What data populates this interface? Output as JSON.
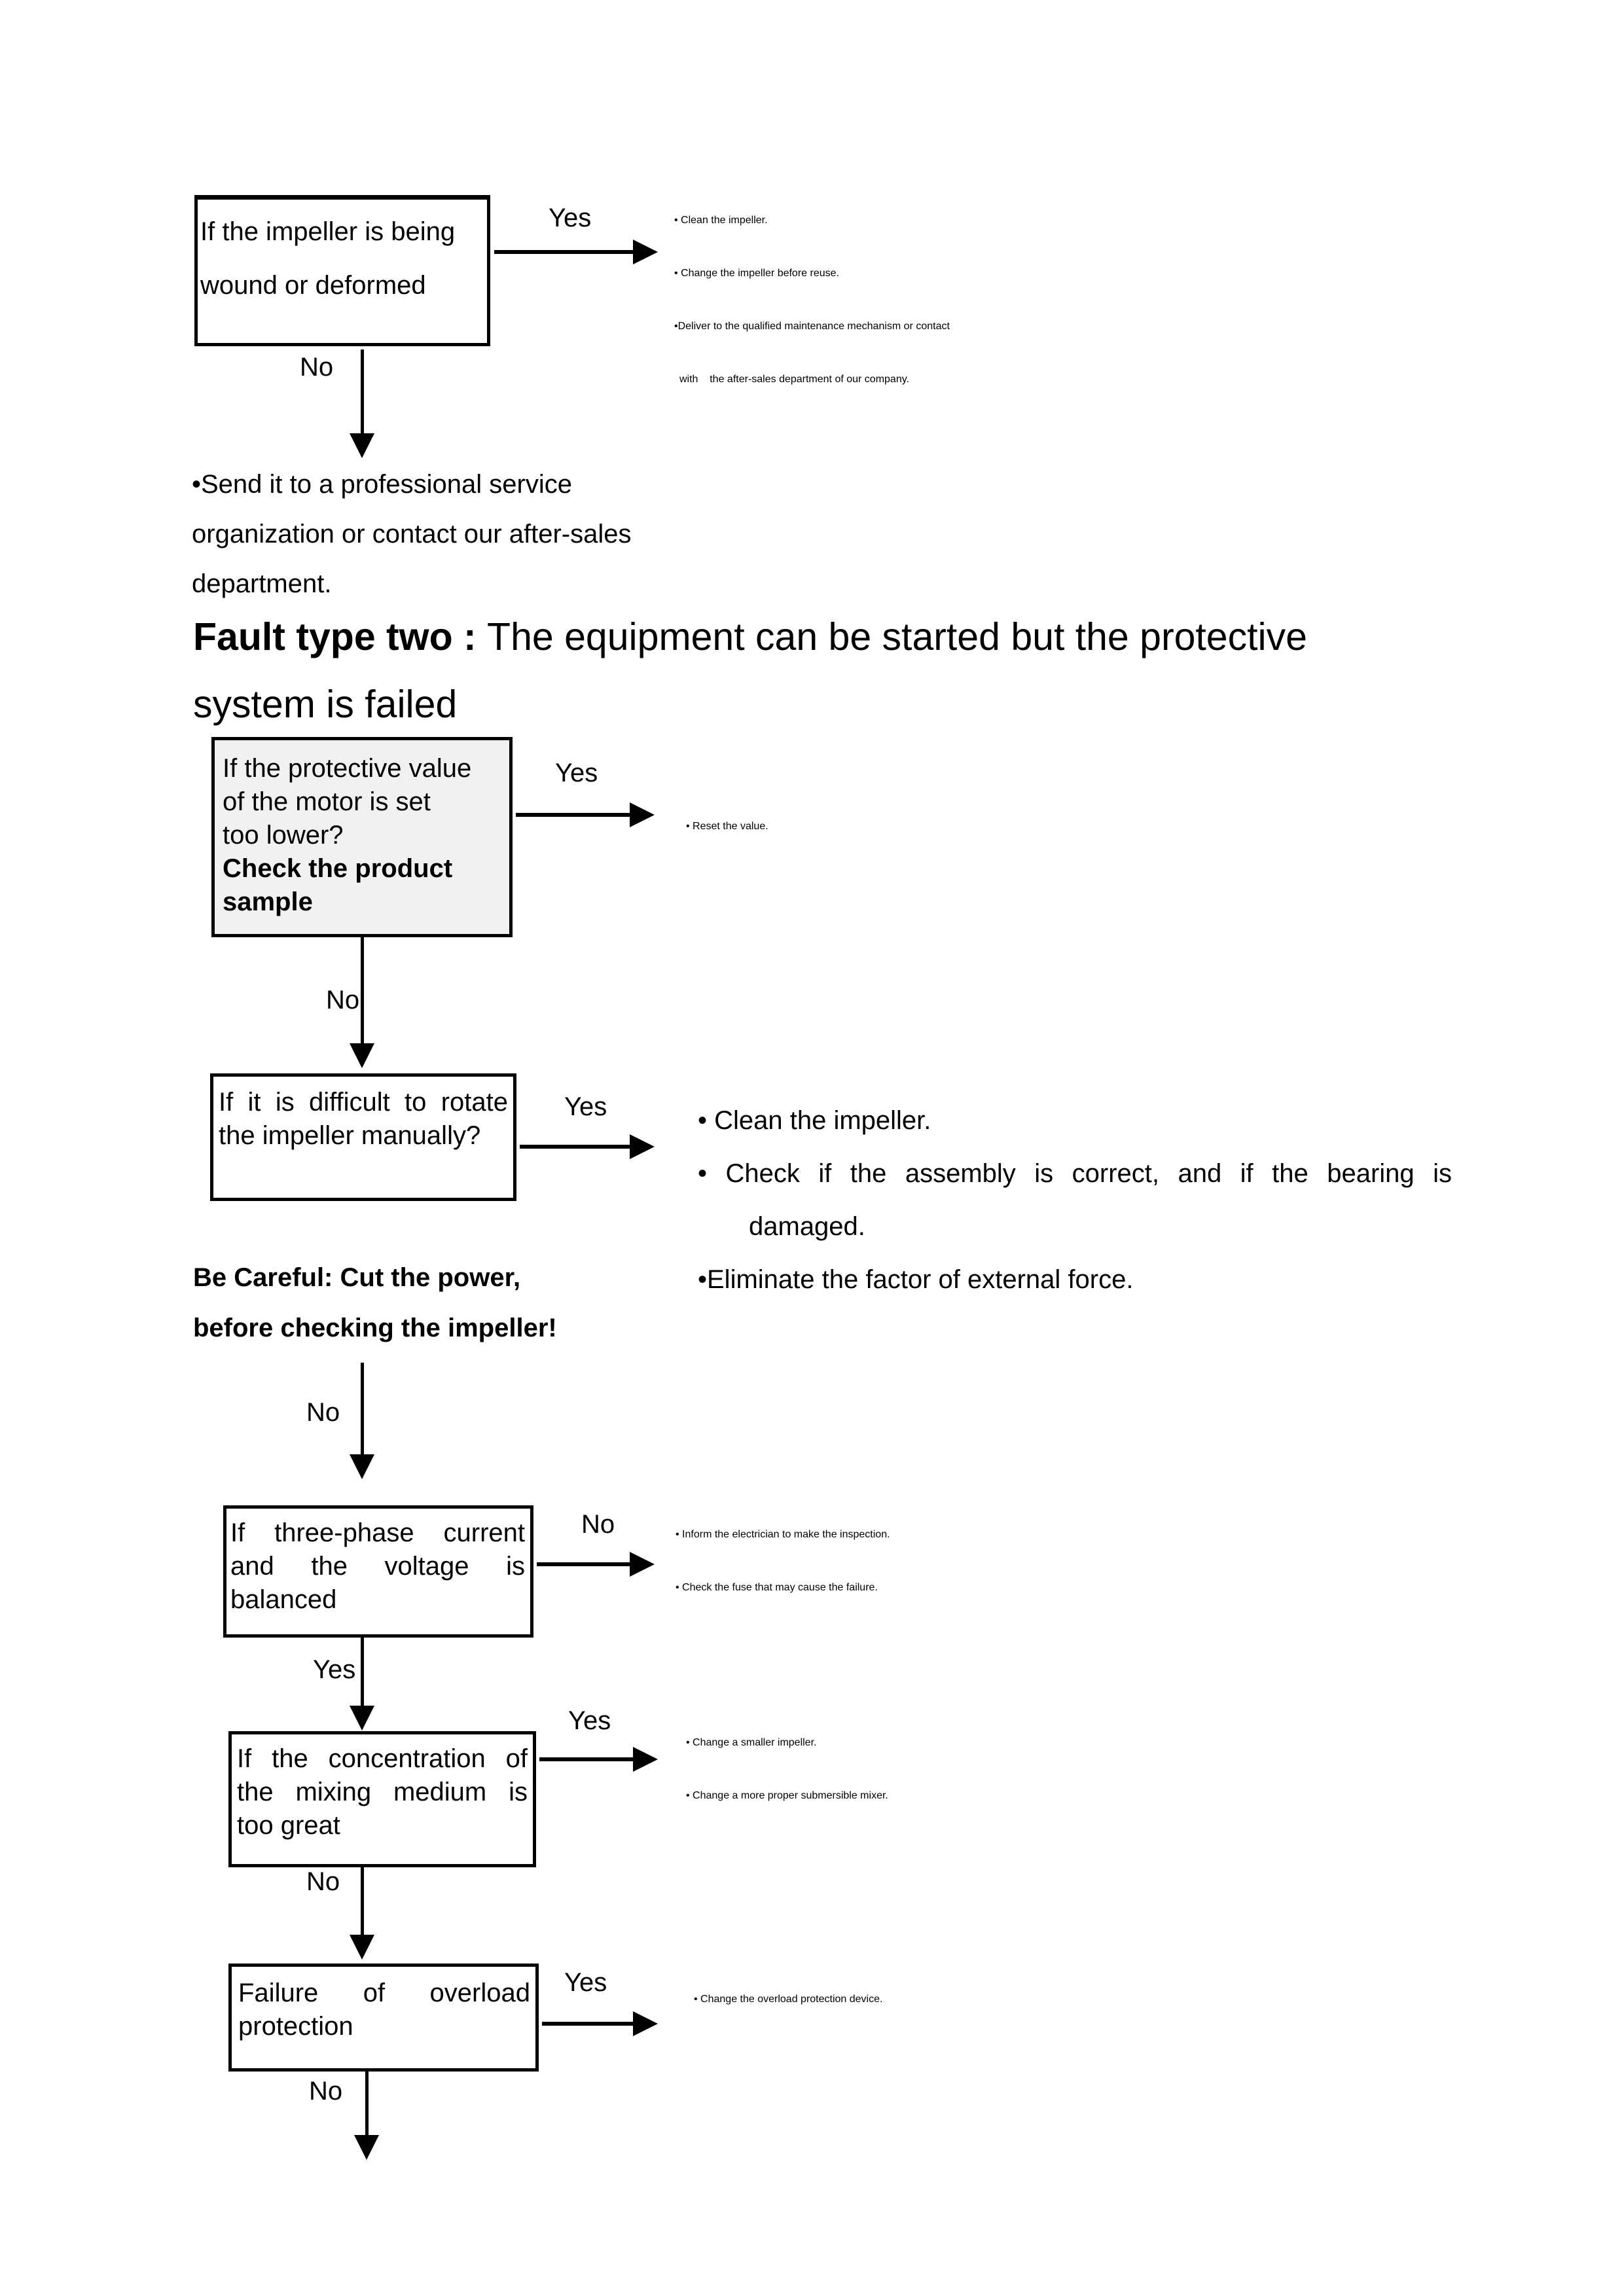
{
  "labels": {
    "yes": "Yes",
    "no": "No"
  },
  "flow1": {
    "box_lines": [
      "If the impeller is being",
      "wound or deformed"
    ],
    "results": [
      "• Clean the impeller.",
      "• Change the impeller before reuse.",
      "•Deliver to the qualified maintenance mechanism or contact",
      {
        "t": "with    the after-sales department of our company.",
        "cls": "cont"
      }
    ],
    "no_para": [
      "•Send it to a professional service",
      "organization or contact our after-sales",
      "department."
    ]
  },
  "heading": {
    "line1_bold": "Fault type two : ",
    "line1_rest": "The equipment can be started but the protective",
    "line2": "system is failed"
  },
  "flow2": {
    "box_lines": [
      "If the protective value",
      "of the motor is set",
      "too lower?",
      {
        "t": "Check the product",
        "cls": "b"
      },
      {
        "t": "sample",
        "cls": "b"
      }
    ],
    "results": [
      "• Reset the value."
    ]
  },
  "flow3": {
    "box_lines": [
      {
        "t": "If it is difficult to rotate",
        "cls": "stretch"
      },
      "the impeller manually?"
    ],
    "results": [
      "• Clean the impeller.",
      {
        "t": "• Check if the assembly is correct, and if the bearing is",
        "cls": "stretch"
      },
      {
        "t": "damaged.",
        "cls": "indent"
      },
      "•Eliminate the factor of external force."
    ],
    "note_lines": [
      "Be Careful: Cut the power,",
      "before checking the impeller!"
    ]
  },
  "flow4": {
    "box_lines": [
      {
        "t": "If three-phase current",
        "cls": "stretch"
      },
      {
        "t": "and the voltage is",
        "cls": "stretch"
      },
      "balanced"
    ],
    "results": [
      "• Inform the electrician to make the inspection.",
      "• Check the fuse that may cause the failure."
    ]
  },
  "flow5": {
    "box_lines": [
      {
        "t": "If the concentration of",
        "cls": "stretch"
      },
      {
        "t": "the mixing medium is",
        "cls": "stretch"
      },
      "too great"
    ],
    "results": [
      "• Change a smaller impeller.",
      "• Change a more proper submersible mixer."
    ]
  },
  "flow6": {
    "box_lines": [
      {
        "t": "Failure of overload",
        "cls": "stretch"
      },
      "protection"
    ],
    "results": [
      "• Change the overload protection device."
    ]
  },
  "colors": {
    "box_fill_gray": "#f1f1f1",
    "ink": "#000000"
  }
}
